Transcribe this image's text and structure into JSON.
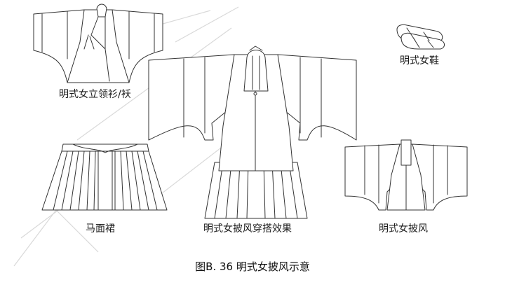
{
  "figure": {
    "caption": "图B. 36 明式女披风示意"
  },
  "items": [
    {
      "key": "jacket",
      "label": "明式女立领衫/袄"
    },
    {
      "key": "shoes",
      "label": "明式女鞋"
    },
    {
      "key": "skirt",
      "label": "马面裙"
    },
    {
      "key": "combo",
      "label": "明式女披风穿搭效果"
    },
    {
      "key": "pifeng",
      "label": "明式女披风"
    }
  ],
  "colors": {
    "line": "#333333",
    "background": "#ffffff",
    "watermark": "#d9d9d9"
  }
}
